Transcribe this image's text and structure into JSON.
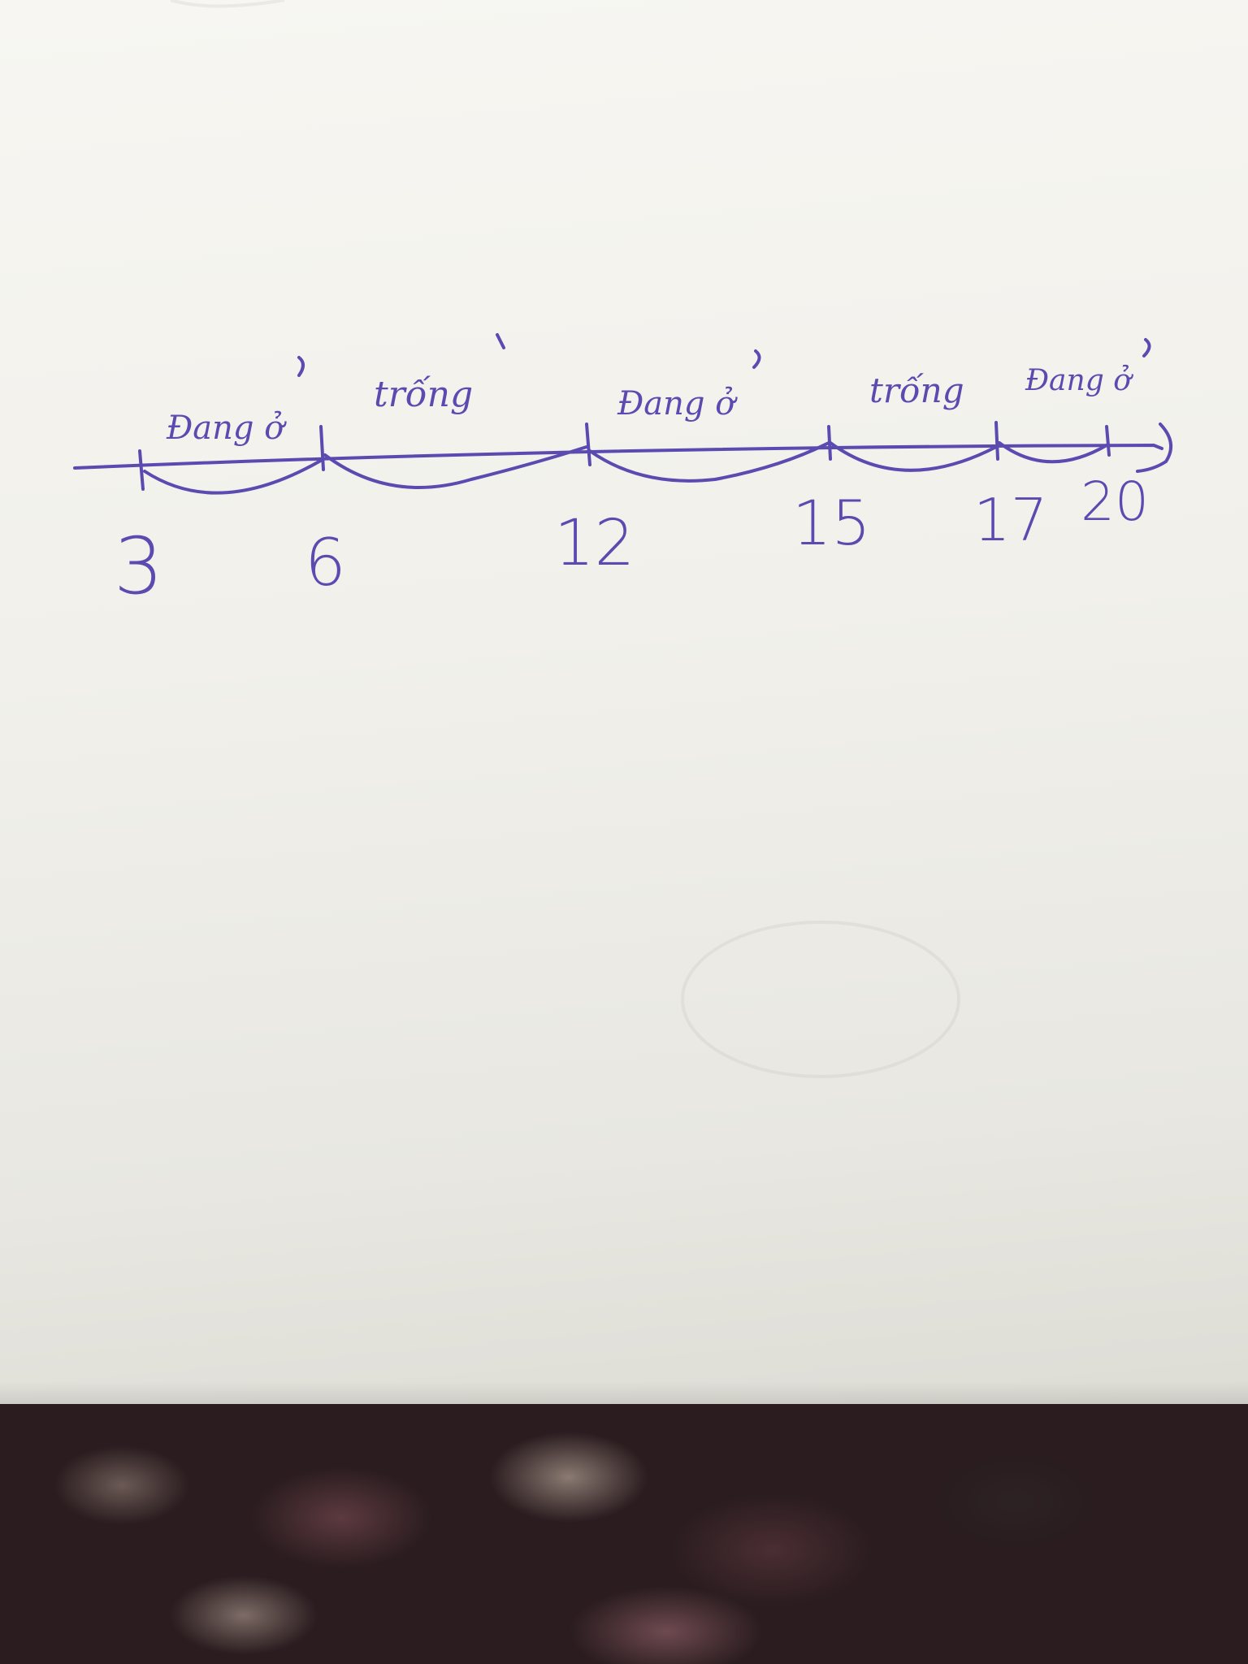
{
  "number_line": {
    "ticks": [
      "3",
      "6",
      "12",
      "15",
      "17",
      "20"
    ],
    "segment_labels": [
      "Đang ở",
      "trống",
      "Đang ở",
      "trống",
      "Đang ở"
    ]
  },
  "colors": {
    "ink": "#5b4bb0",
    "paper": "#f4f3ee",
    "carpet": "#2a1c1f"
  }
}
